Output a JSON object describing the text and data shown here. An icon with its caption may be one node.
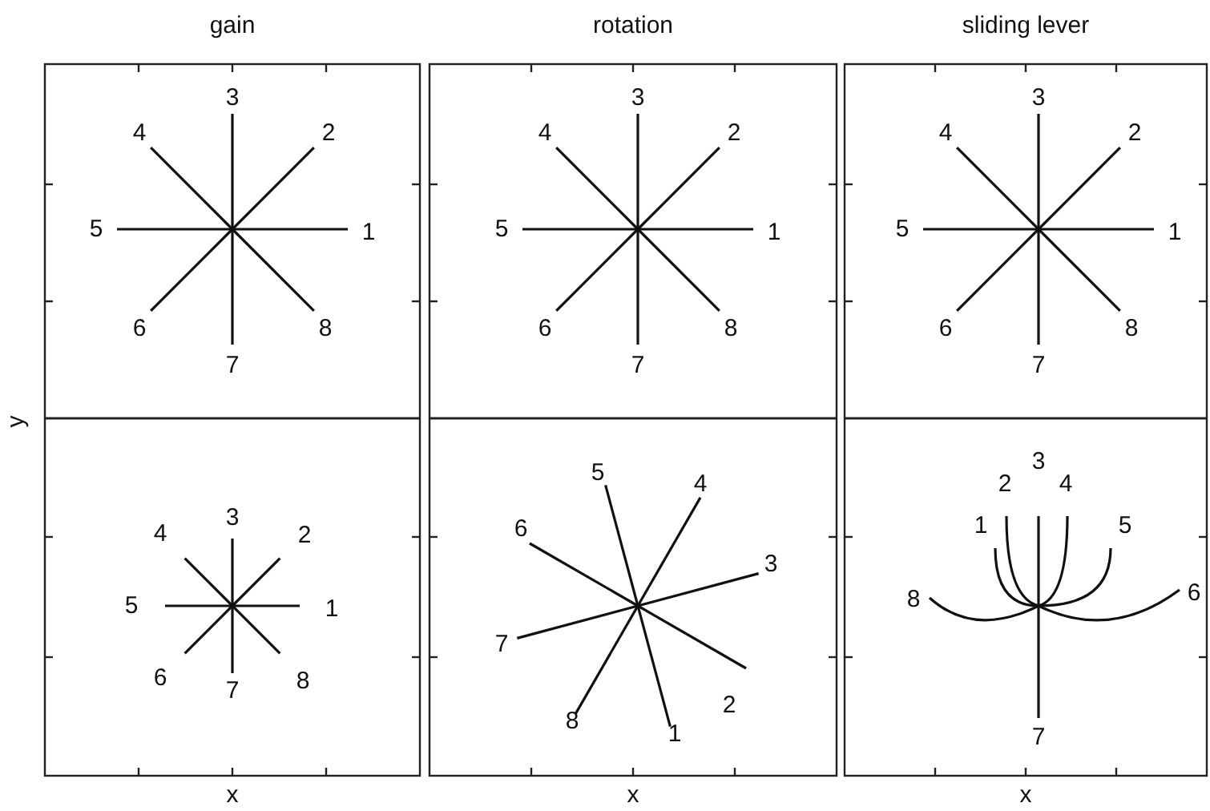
{
  "diagram": {
    "labels": [
      "gain",
      "rotation",
      "sliding lever",
      "y",
      "1",
      "2",
      "3",
      "4",
      "5",
      "6",
      "7",
      "8",
      "1",
      "2",
      "3",
      "4",
      "5",
      "6",
      "7",
      "8",
      "1",
      "2",
      "3",
      "4",
      "5",
      "6",
      "7",
      "8",
      "1",
      "2",
      "3",
      "4",
      "5",
      "6",
      "7",
      "8",
      "1",
      "2",
      "3",
      "4",
      "5",
      "6",
      "7",
      "8",
      "1",
      "2",
      "3",
      "4",
      "5",
      "6",
      "7",
      "8",
      "x",
      "x",
      "x"
    ]
  }
}
